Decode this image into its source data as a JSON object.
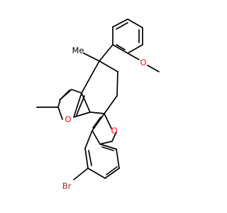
{
  "colors": {
    "background": "#ffffff",
    "bond": "#000000",
    "carbon": "#000000",
    "oxygen": "#ff0d0d",
    "bromine": "#a62929"
  },
  "atoms": {
    "methoxy_oxygen": "O",
    "methoxy_methyl": "",
    "quaternary_methyl": "Me",
    "furan_methyl": "",
    "furan_oxygen": "O",
    "benzofuran_oxygen": "O",
    "bromine": "Br"
  }
}
